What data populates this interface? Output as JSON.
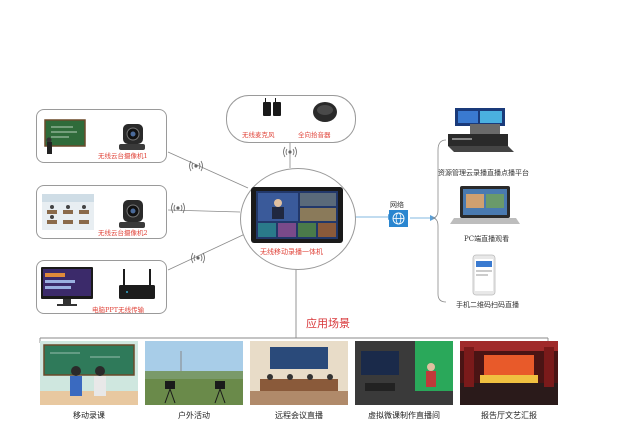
{
  "devices": {
    "camera1": "无线云台摄像机1",
    "camera2": "无线云台摄像机2",
    "ppt": "电脑PPT无线传输",
    "mic": "无线麦克风",
    "pickup": "全向拾音器",
    "center": "无线移动录播一体机"
  },
  "network": {
    "label": "网络"
  },
  "outputs": {
    "platform": "资源管理云录播直播点播平台",
    "pc": "PC端直播观看",
    "mobile": "手机二维码扫码直播"
  },
  "scenarios": {
    "title": "应用场景",
    "items": [
      "移动录课",
      "户外活动",
      "远程会议直播",
      "虚拟微课制作直播间",
      "报告厅文艺汇报"
    ]
  }
}
